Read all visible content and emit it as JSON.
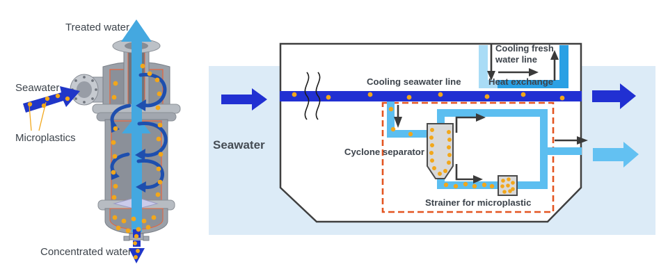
{
  "left_figure": {
    "treated_water": "Treated water",
    "seawater": "Seawater",
    "microplastics": "Microplastics",
    "concentrated_water": "Concentrated water"
  },
  "schematic": {
    "seawater": "Seawater",
    "cooling_seawater_line": "Cooling seawater line",
    "cooling_fresh_water_line": "Cooling fresh water line",
    "heat_exchange": "Heat exchange",
    "cyclone_separator": "Cyclone separator",
    "strainer": "Strainer for microplastic"
  },
  "colors": {
    "seawater_pipe_blue": "#2130d2",
    "treated_water_blue": "#63c1f2",
    "light_pipe_blue": "#5cbef0",
    "pale_fresh_blue": "#a9dcf6",
    "medium_fresh_blue": "#2aa0e4",
    "sea_background": "#dcebf7",
    "microplastic_orange": "#f2a71b",
    "boundary_dashed_red": "#e35420",
    "equipment_grey": "#d9d9d9",
    "hull_outline_grey": "#3f3f3f",
    "swirl_navy": "#1e4fae",
    "cut_edge_salmon": "#e8643c",
    "label_text": "#3c434b"
  }
}
